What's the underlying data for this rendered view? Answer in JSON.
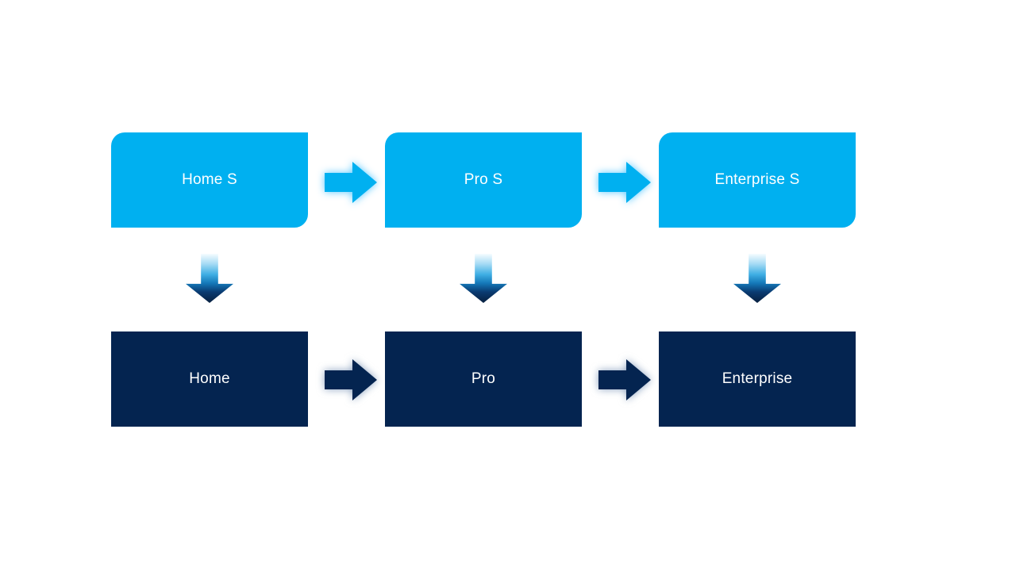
{
  "diagram": {
    "background": "#ffffff",
    "colors": {
      "cyan": "#00b0f0",
      "navy": "#042450",
      "text": "#ffffff"
    },
    "columns": [
      {
        "top_label": "Home S",
        "bottom_label": "Home"
      },
      {
        "top_label": "Pro S",
        "bottom_label": "Pro"
      },
      {
        "top_label": "Enterprise S",
        "bottom_label": "Enterprise"
      }
    ]
  }
}
